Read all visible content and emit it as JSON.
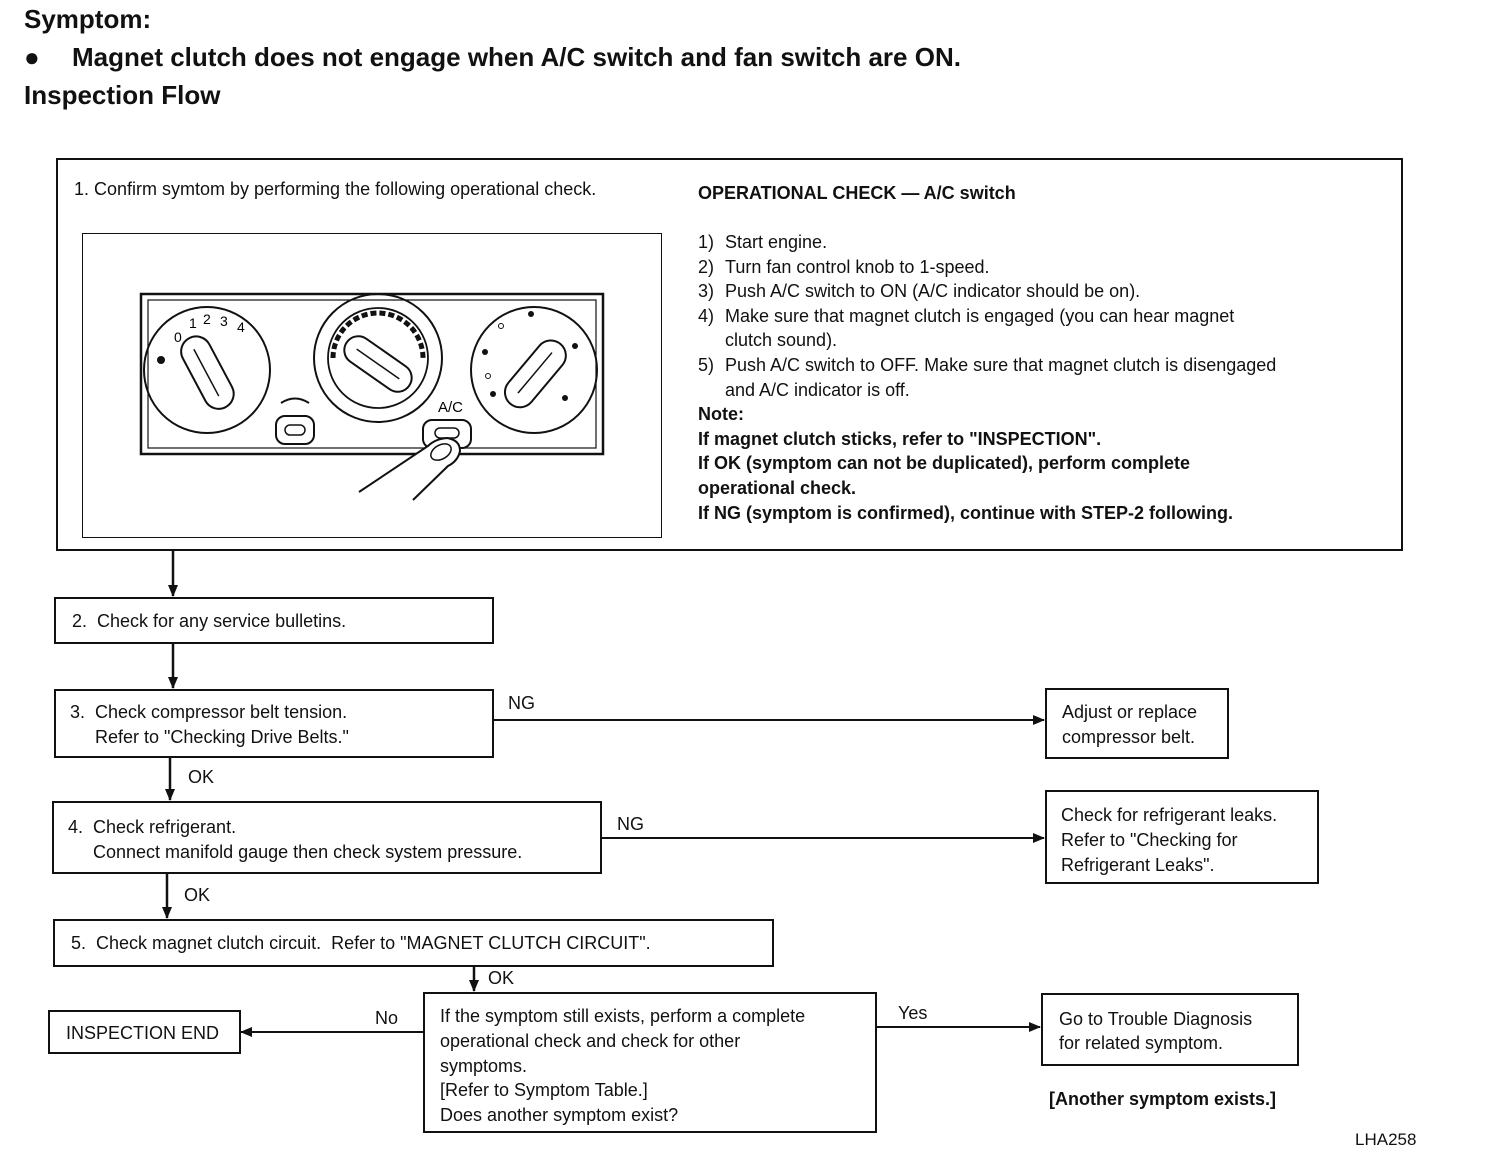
{
  "header": {
    "symptom_label": "Symptom:",
    "bullet": "●",
    "symptom_text": "Magnet clutch does not engage when A/C switch and fan switch are ON.",
    "flow_title": "Inspection Flow"
  },
  "step1": {
    "text": "1. Confirm symtom by performing the following operational check.",
    "op_title": "OPERATIONAL CHECK — A/C switch",
    "op_steps": [
      {
        "num": "1)",
        "text": "Start engine."
      },
      {
        "num": "2)",
        "text": "Turn fan control knob to 1-speed."
      },
      {
        "num": "3)",
        "text": "Push A/C switch to ON (A/C indicator should be on)."
      },
      {
        "num": "4)",
        "text": "Make sure that magnet clutch is engaged (you can hear magnet\nclutch sound)."
      },
      {
        "num": "5)",
        "text": "Push A/C switch to OFF. Make sure that magnet clutch is disengaged\nand A/C indicator is off."
      }
    ],
    "note_label": "Note:",
    "note_lines": [
      "If magnet clutch sticks, refer to \"INSPECTION\".",
      "If OK (symptom can not be duplicated), perform complete",
      "operational check.",
      "If NG (symptom is confirmed), continue with STEP-2 following."
    ],
    "panel": {
      "fan_numbers": [
        "0",
        "1",
        "2",
        "3",
        "4"
      ],
      "ac_label": "A/C"
    }
  },
  "step2": {
    "text": "2.  Check for any service bulletins."
  },
  "step3": {
    "line1": "3.  Check compressor belt tension.",
    "line2": "     Refer to \"Checking Drive Belts.\""
  },
  "step3_result": {
    "line1": "Adjust or replace",
    "line2": "compressor belt."
  },
  "step4": {
    "line1": "4.  Check refrigerant.",
    "line2": "     Connect manifold gauge then check system pressure."
  },
  "step4_result": {
    "line1": "Check for refrigerant leaks.",
    "line2": "Refer to \"Checking for",
    "line3": "Refrigerant Leaks\"."
  },
  "step5": {
    "text": "5.  Check magnet clutch circuit.  Refer to \"MAGNET CLUTCH CIRCUIT\"."
  },
  "decision": {
    "line1": "If the symptom still exists, perform a complete",
    "line2": "operational check and check for other",
    "line3": "symptoms.",
    "line4": "[Refer to Symptom Table.]",
    "line5": "Does another symptom exist?"
  },
  "end_box": {
    "text": "INSPECTION END"
  },
  "diagnosis_box": {
    "line1": "Go to Trouble Diagnosis",
    "line2": "for related symptom."
  },
  "labels": {
    "ng": "NG",
    "ok": "OK",
    "no": "No",
    "yes": "Yes"
  },
  "another_symptom": "[Another symptom exists.]",
  "figure_code": "LHA258"
}
